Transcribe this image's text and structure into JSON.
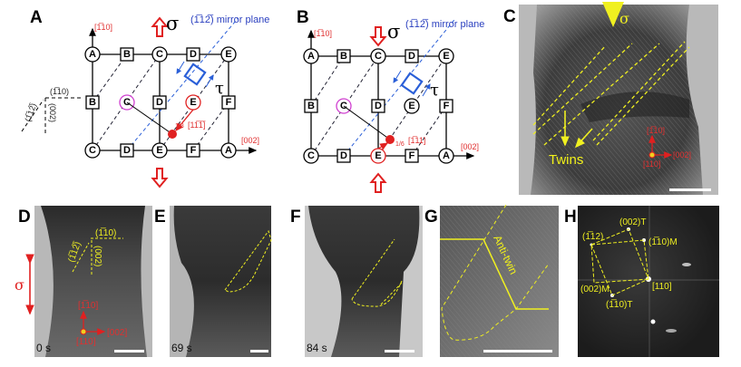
{
  "panels": {
    "A": {
      "label": "A",
      "sigma": "σ",
      "tau": "τ",
      "mirror_plane": "(1̅12̅) mirror plane",
      "axis_up": "[1̅10]",
      "axis_right": "[002]",
      "shift_vector_frac": "1/3",
      "shift_vector": "[11̅1̅]",
      "inset_110": "(1̅10)",
      "inset_112": "(1̅12̅)",
      "inset_002": "(002)",
      "rows": [
        [
          "A",
          "B",
          "C",
          "D",
          "E"
        ],
        [
          "B",
          "C",
          "D",
          "E",
          "F"
        ],
        [
          "C",
          "D",
          "E",
          "F",
          "A"
        ]
      ]
    },
    "B": {
      "label": "B",
      "sigma": "σ",
      "tau": "τ",
      "mirror_plane": "(1̅12̅) mirror plane",
      "axis_up": "[1̅10]",
      "axis_right": "[002]",
      "shift_vector_frac": "1/6",
      "shift_vector": "[1̅11]",
      "rows": [
        [
          "A",
          "B",
          "C",
          "D",
          "E"
        ],
        [
          "B",
          "C",
          "D",
          "E",
          "F"
        ],
        [
          "C",
          "D",
          "E",
          "F",
          "A"
        ]
      ]
    },
    "C": {
      "label": "C",
      "sigma": "σ",
      "twins": "Twins",
      "axis_up": "[1̅10]",
      "axis_right": "[002]",
      "axis_out": "[110]"
    },
    "D": {
      "label": "D",
      "time": "0 s",
      "sigma": "σ",
      "plane_110": "(1̅10)",
      "plane_112": "(1̅12̅)",
      "plane_002": "(002)",
      "axis_up": "[1̅10]",
      "axis_right": "[002]",
      "axis_out": "[110]"
    },
    "E": {
      "label": "E",
      "time": "69 s"
    },
    "F": {
      "label": "F",
      "time": "84 s"
    },
    "G": {
      "label": "G",
      "anti_twin": "Anti-twin"
    },
    "H": {
      "label": "H",
      "spot_002T": "(002)T",
      "spot_112": "(1̅12)",
      "spot_110M": "(1̅10)M",
      "spot_002M": "(002)M",
      "spot_110": "[110]",
      "spot_110T": "(1̅10)T"
    }
  },
  "colors": {
    "red": "#e02020",
    "blue": "#2a5fd8",
    "yellow": "#f0f020",
    "pink": "#d040d0"
  }
}
